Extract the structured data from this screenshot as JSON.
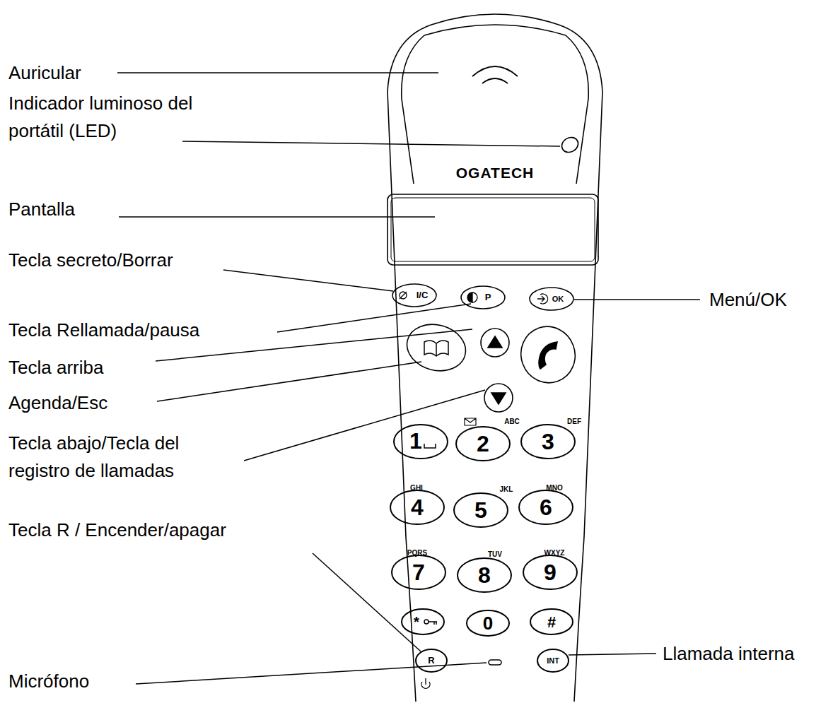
{
  "diagram": {
    "labels": [
      "Auricular",
      "Indicador luminoso del portátil (LED)",
      "Pantalla",
      "Tecla secreto/Borrar",
      "Tecla Rellamada/pausa",
      "Tecla arriba",
      "Agenda/Esc",
      "Tecla abajo/Tecla del registro de llamadas",
      "Tecla R / Encender/apagar",
      "Micrófono",
      "Menú/OK",
      "Llamada interna",
      "OGATECH",
      "I/C",
      "P",
      "OK",
      "1",
      "2",
      "ABC",
      "3",
      "DEF",
      "4",
      "GHI",
      "5",
      "JKL",
      "6",
      "MNO",
      "7",
      "PQRS",
      "8",
      "TUV",
      "9",
      "WXYZ",
      "*",
      "0",
      "#",
      "R",
      "INT"
    ]
  }
}
